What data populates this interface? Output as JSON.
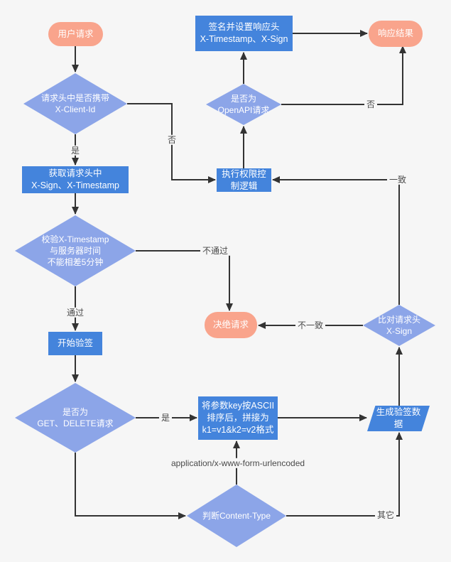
{
  "colors": {
    "canvas-bg": "#f6f6f6",
    "line": "#333333",
    "terminal": "#F9A48C",
    "decision": "#8CA5E8",
    "process": "#4484DC",
    "node-text": "#ffffff",
    "label-text": "#4a4a4a"
  },
  "nodes": {
    "user_request": {
      "label": "用户请求"
    },
    "has_client_id": {
      "label": "请求头中是否携带\nX-Client-Id"
    },
    "get_headers": {
      "label": "获取请求头中\nX-Sign、X-Timestamp"
    },
    "check_timestamp": {
      "label": "校验X-Timestamp\n与服务器时间\n不能相差5分钟"
    },
    "start_verify": {
      "label": "开始验签"
    },
    "is_get_delete": {
      "label": "是否为\nGET、DELETE请求"
    },
    "check_content_type": {
      "label": "判断Content-Type"
    },
    "sort_params": {
      "label": "将参数key按ASCII\n排序后，拼接为\nk1=v1&k2=v2格式"
    },
    "gen_sign_data": {
      "label": "生成验签数\n据"
    },
    "compare_sign": {
      "label": "比对请求头\nX-Sign"
    },
    "reject_request": {
      "label": "决绝请求"
    },
    "exec_permission": {
      "label": "执行权限控\n制逻辑"
    },
    "is_openapi": {
      "label": "是否为\nOpenAPI请求"
    },
    "sign_response": {
      "label": "签名并设置响应头\nX-Timestamp、X-Sign"
    },
    "response_result": {
      "label": "响应结果"
    }
  },
  "edge_labels": {
    "yes_client": "是",
    "no_client": "否",
    "pass": "通过",
    "fail": "不通过",
    "yes_get": "是",
    "form_urlencoded": "application/x-www-form-urlencoded",
    "other": "其它",
    "mismatch": "不一致",
    "match": "一致",
    "no_openapi": "否"
  }
}
